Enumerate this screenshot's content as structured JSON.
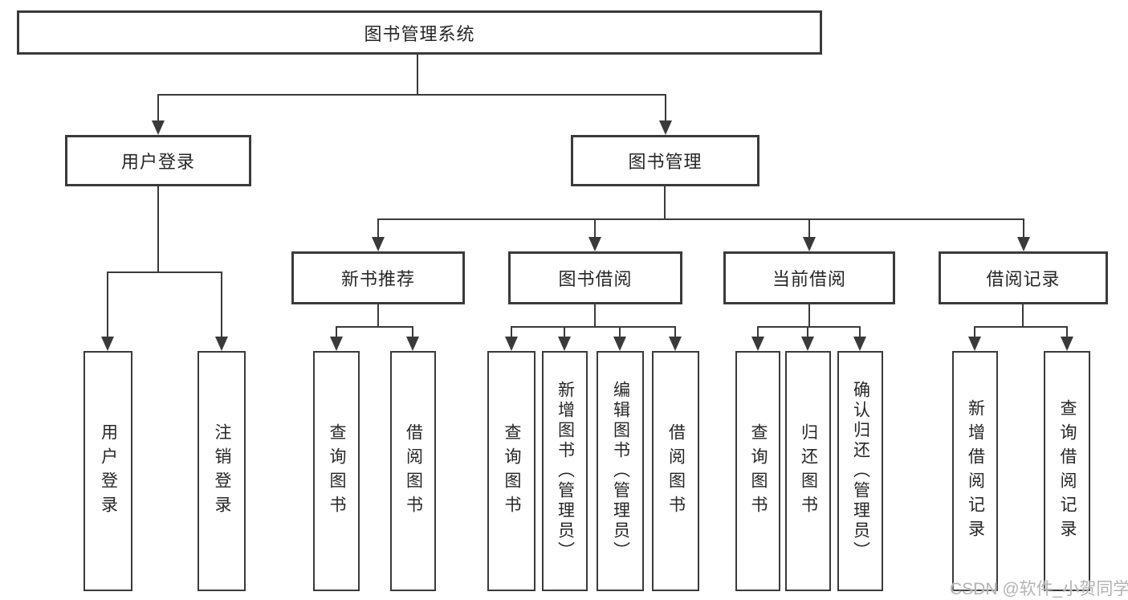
{
  "diagram": {
    "root": {
      "label": "图书管理系统"
    },
    "level2": [
      {
        "label": "用户登录"
      },
      {
        "label": "图书管理"
      }
    ],
    "level3": [
      {
        "label": "新书推荐"
      },
      {
        "label": "图书借阅"
      },
      {
        "label": "当前借阅"
      },
      {
        "label": "借阅记录"
      }
    ],
    "leaves": [
      {
        "label": "用户登录"
      },
      {
        "label": "注销登录"
      },
      {
        "label": "查询图书"
      },
      {
        "label": "借阅图书"
      },
      {
        "label": "查询图书"
      },
      {
        "label": "新增图书（管理员）"
      },
      {
        "label": "编辑图书（管理员）"
      },
      {
        "label": "借阅图书"
      },
      {
        "label": "查询图书"
      },
      {
        "label": "归还图书"
      },
      {
        "label": "确认归还（管理员）"
      },
      {
        "label": "新增借阅记录"
      },
      {
        "label": "查询借阅记录"
      }
    ]
  },
  "watermark": {
    "text": "CSDN @软件_小贺同学"
  },
  "colors": {
    "line": "#3a3a3a",
    "text": "#262626",
    "background": "#ffffff",
    "watermark": "#b3b3b3"
  }
}
